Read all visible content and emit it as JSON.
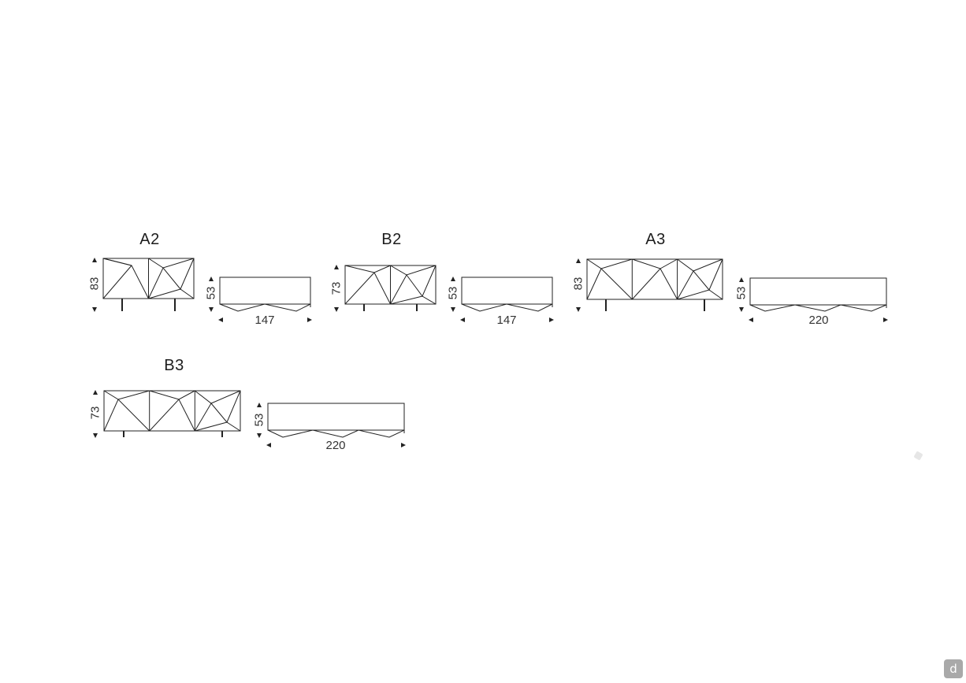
{
  "models": [
    {
      "id": "a2",
      "title": "A2",
      "front_height": "83",
      "top_depth": "53",
      "width": "147"
    },
    {
      "id": "b2",
      "title": "B2",
      "front_height": "73",
      "top_depth": "53",
      "width": "147"
    },
    {
      "id": "a3",
      "title": "A3",
      "front_height": "83",
      "top_depth": "53",
      "width": "220"
    },
    {
      "id": "b3",
      "title": "B3",
      "front_height": "73",
      "top_depth": "53",
      "width": "220"
    }
  ],
  "brand": {
    "logo_glyph": "d"
  },
  "colors": {
    "line": "#222222",
    "text": "#333333",
    "badge": "#a9a9a9"
  }
}
